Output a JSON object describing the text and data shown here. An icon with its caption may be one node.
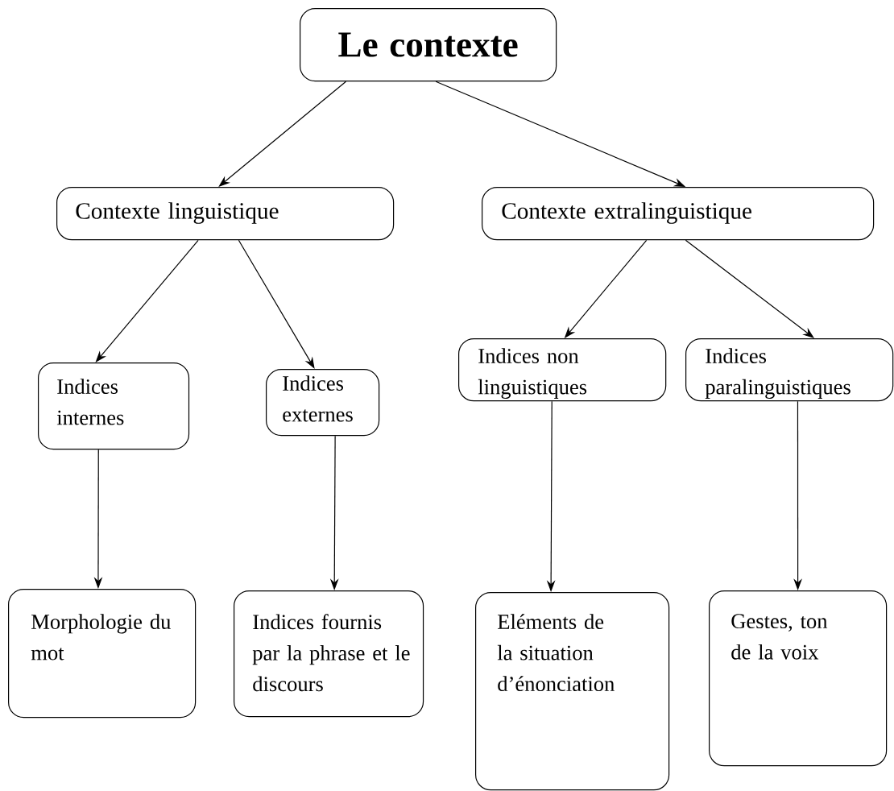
{
  "diagram": {
    "nodes": [
      {
        "text": [
          "Le contexte"
        ]
      },
      {
        "text": [
          "Contexte linguistique"
        ]
      },
      {
        "text": [
          "Contexte extralinguistique"
        ]
      },
      {
        "text": [
          "Indices internes"
        ]
      },
      {
        "text": [
          "Indices externes"
        ]
      },
      {
        "text": [
          "Indices non linguistiques"
        ]
      },
      {
        "text": [
          "Indices paralinguistiques"
        ]
      },
      {
        "text": [
          "Morphologie du mot"
        ]
      },
      {
        "text": [
          "Indices fournis par la phrase et le discours"
        ]
      },
      {
        "text": [
          "Eléments de la situation d’énonciation"
        ]
      },
      {
        "text": [
          "Gestes, ton de la voix"
        ]
      }
    ],
    "edges": [
      {
        "from": 0,
        "to": 1,
        "arrow": "to"
      },
      {
        "from": 0,
        "to": 2,
        "arrow": "to"
      },
      {
        "from": 1,
        "to": 3,
        "arrow": "to"
      },
      {
        "from": 1,
        "to": 4,
        "arrow": "to"
      },
      {
        "from": 2,
        "to": 5,
        "arrow": "to"
      },
      {
        "from": 2,
        "to": 6,
        "arrow": "to"
      },
      {
        "from": 3,
        "to": 7,
        "arrow": "to"
      },
      {
        "from": 4,
        "to": 8,
        "arrow": "to"
      },
      {
        "from": 5,
        "to": 9,
        "arrow": "to"
      },
      {
        "from": 6,
        "to": 10,
        "arrow": "to"
      }
    ]
  }
}
